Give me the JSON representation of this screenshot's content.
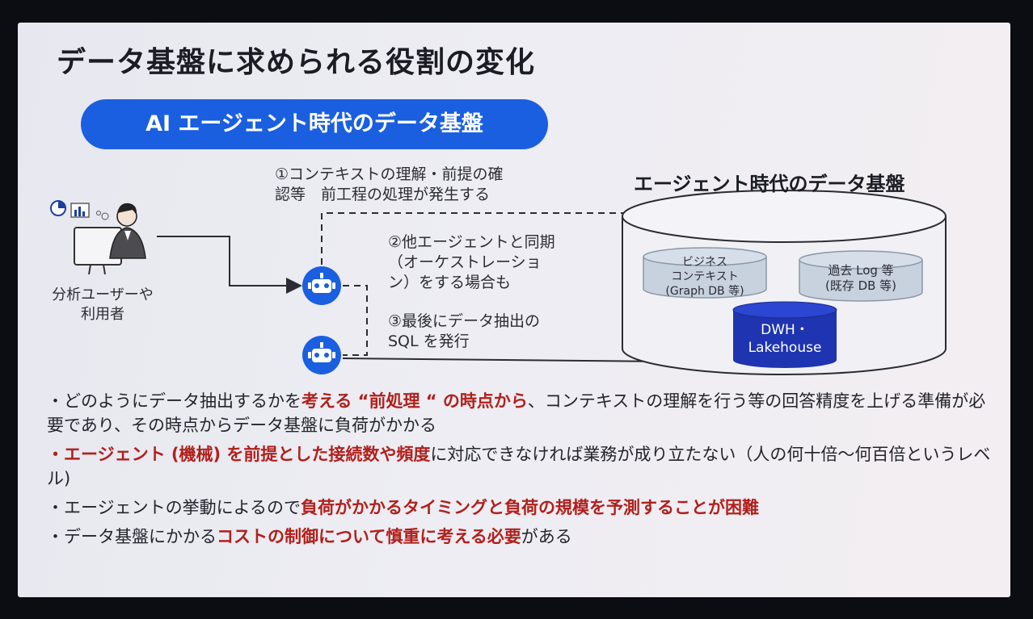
{
  "slide": {
    "title": "データ基盤に求められる役割の変化",
    "section_pill": "AI エージェント時代のデータ基盤"
  },
  "diagram": {
    "step1": [
      "①コンテキストの理解・前提の確",
      "認等　前工程の処理が発生する"
    ],
    "step2": [
      "②他エージェントと同期",
      "（オーケストレーショ",
      "ン）をする場合も"
    ],
    "step3": [
      "③最後にデータ抽出の",
      "SQL を発行"
    ],
    "user_label": [
      "分析ユーザーや",
      "利用者"
    ],
    "repository_title": "エージェント時代のデータ基盤",
    "business_context_db": [
      "ビジネス",
      "コンテキスト",
      "(Graph DB 等)"
    ],
    "log_db": [
      "過去 Log 等",
      "(既存 DB 等)"
    ],
    "dwh_db": [
      "DWH・",
      "Lakehouse"
    ],
    "colors": {
      "accent_blue": "#1a5fe0",
      "dark_blue": "#1e34b0",
      "highlight_red": "#b1201c"
    }
  },
  "bullets": {
    "b1": {
      "prefix": "・どのようにデータ抽出するかを",
      "highlight": "考える “前処理 “ の時点から",
      "suffix": "、コンテキストの理解を行う等の回答精度を上げる準備が必要であり、その時点からデータ基盤に負荷がかかる"
    },
    "b2": {
      "bullet": "・",
      "highlight": "エージェント (機械) を前提とした接続数や頻度",
      "suffix": "に対応できなければ業務が成り立たない（人の何十倍〜何百倍というレベル)"
    },
    "b3": {
      "prefix": "・エージェントの挙動によるので",
      "highlight": "負荷がかかるタイミングと負荷の規模を予測することが困難"
    },
    "b4": {
      "prefix": "・データ基盤にかかる",
      "highlight": "コストの制御について慎重に考える必要",
      "suffix": "がある"
    }
  }
}
